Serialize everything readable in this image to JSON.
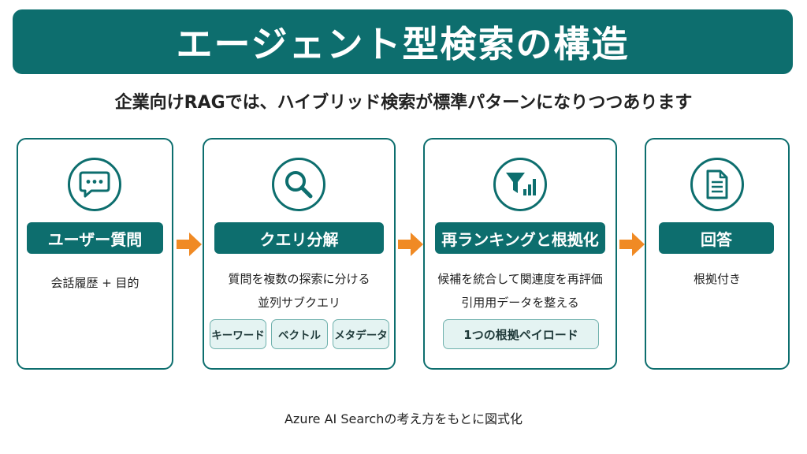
{
  "title": "エージェント型検索の構造",
  "subtitle": "企業向けRAGでは、ハイブリッド検索が標準パターンになりつつあります",
  "colors": {
    "primary": "#0d6e6e",
    "arrow": "#f08a24",
    "chip_bg": "#e4f3f2"
  },
  "steps": [
    {
      "icon": "chat-bubble-icon",
      "label": "ユーザー質問",
      "desc": [
        "会話履歴 + 目的"
      ]
    },
    {
      "icon": "magnifier-icon",
      "label": "クエリ分解",
      "desc": [
        "質問を複数の探索に分ける",
        "並列サブクエリ"
      ],
      "chips": [
        "キーワード",
        "ベクトル",
        "メタデータ"
      ]
    },
    {
      "icon": "filter-chart-icon",
      "label": "再ランキングと根拠化",
      "desc": [
        "候補を統合して関連度を再評価",
        "引用用データを整える"
      ],
      "chips": [
        "1つの根拠ペイロード"
      ]
    },
    {
      "icon": "document-icon",
      "label": "回答",
      "desc": [
        "根拠付き"
      ]
    }
  ],
  "footer": "Azure AI Searchの考え方をもとに図式化"
}
